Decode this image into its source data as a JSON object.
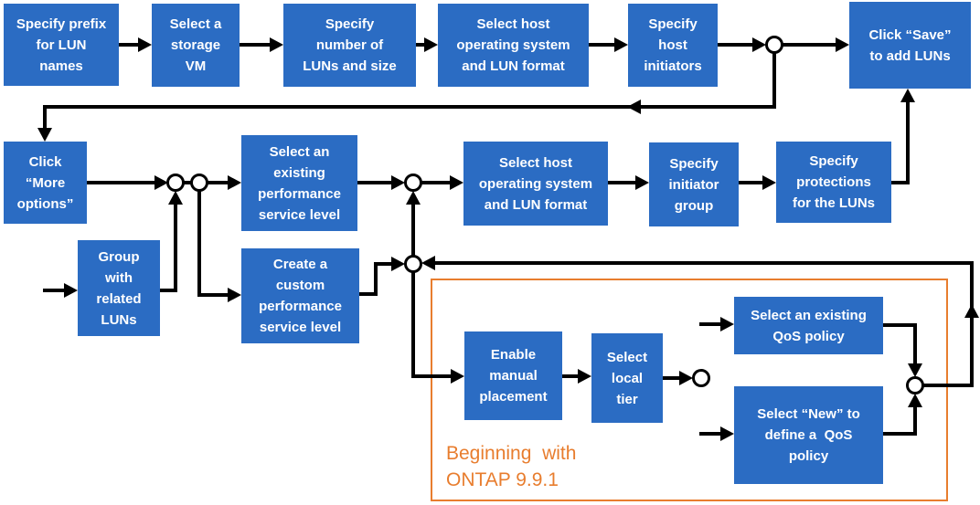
{
  "diagram": {
    "nodes": [
      {
        "id": "specify-prefix",
        "lines": [
          "Specify prefix",
          "for LUN",
          "names"
        ]
      },
      {
        "id": "select-storage-vm",
        "lines": [
          "Select a",
          "storage",
          "VM"
        ]
      },
      {
        "id": "specify-number",
        "lines": [
          "Specify",
          "number of",
          "LUNs and size"
        ]
      },
      {
        "id": "select-host-os-1",
        "lines": [
          "Select host",
          "operating system",
          "and LUN format"
        ]
      },
      {
        "id": "specify-host-initiators",
        "lines": [
          "Specify",
          "host",
          "initiators"
        ]
      },
      {
        "id": "click-save",
        "lines": [
          "Click “Save”",
          "to add LUNs"
        ]
      },
      {
        "id": "click-more-options",
        "lines": [
          "Click",
          "“More",
          "options”"
        ]
      },
      {
        "id": "select-existing-psl",
        "lines": [
          "Select an",
          "existing",
          "performance",
          "service level"
        ]
      },
      {
        "id": "select-host-os-2",
        "lines": [
          "Select host",
          "operating system",
          "and LUN format"
        ]
      },
      {
        "id": "specify-initiator-group",
        "lines": [
          "Specify",
          "initiator",
          "group"
        ]
      },
      {
        "id": "specify-protections",
        "lines": [
          "Specify",
          "protections",
          "for the LUNs"
        ]
      },
      {
        "id": "group-related-luns",
        "lines": [
          "Group",
          "with",
          "related",
          "LUNs"
        ]
      },
      {
        "id": "create-custom-psl",
        "lines": [
          "Create a",
          "custom",
          "performance",
          "service level"
        ]
      },
      {
        "id": "enable-manual-placement",
        "lines": [
          "Enable",
          "manual",
          "placement"
        ]
      },
      {
        "id": "select-local-tier",
        "lines": [
          "Select",
          "local",
          "tier"
        ]
      },
      {
        "id": "select-existing-qos",
        "lines": [
          "Select an existing",
          "QoS policy"
        ]
      },
      {
        "id": "select-new-qos",
        "lines": [
          "Select “New” to",
          "define a  QoS",
          "policy"
        ]
      }
    ],
    "caption": {
      "lines": [
        "Beginning  with",
        "ONTAP 9.9.1"
      ]
    }
  },
  "colors": {
    "node_fill": "#2b6cc3",
    "node_text": "#ffffff",
    "line": "#000000",
    "annotation_orange": "#e87d2e",
    "background": "#ffffff"
  }
}
